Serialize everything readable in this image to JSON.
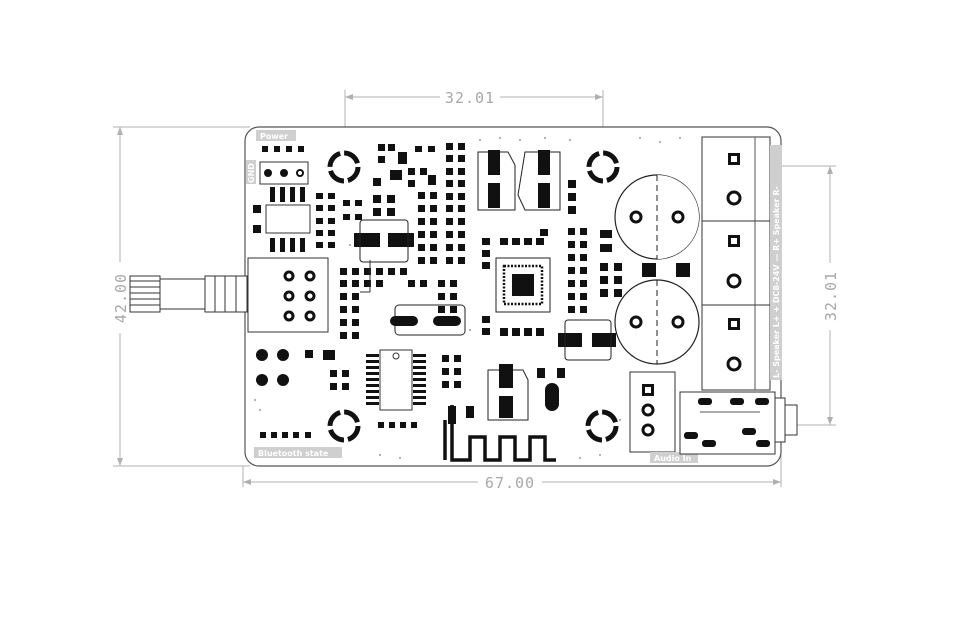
{
  "dimensions": {
    "top_width": "32.01",
    "left_height": "42.00",
    "right_height": "32.01",
    "bottom_width": "67.00"
  },
  "silkscreen": {
    "power": "Power",
    "gnd": "GND",
    "bluetooth_state": "Bluetooth state",
    "audio_in": "Audio In",
    "right_header": "L- Speaker L+  +  DC8-24V  —  R+ Speaker R-"
  },
  "colors": {
    "ink": "#111111",
    "dimension": "#a8a8a8",
    "label_bg": "#cfcfcf"
  }
}
